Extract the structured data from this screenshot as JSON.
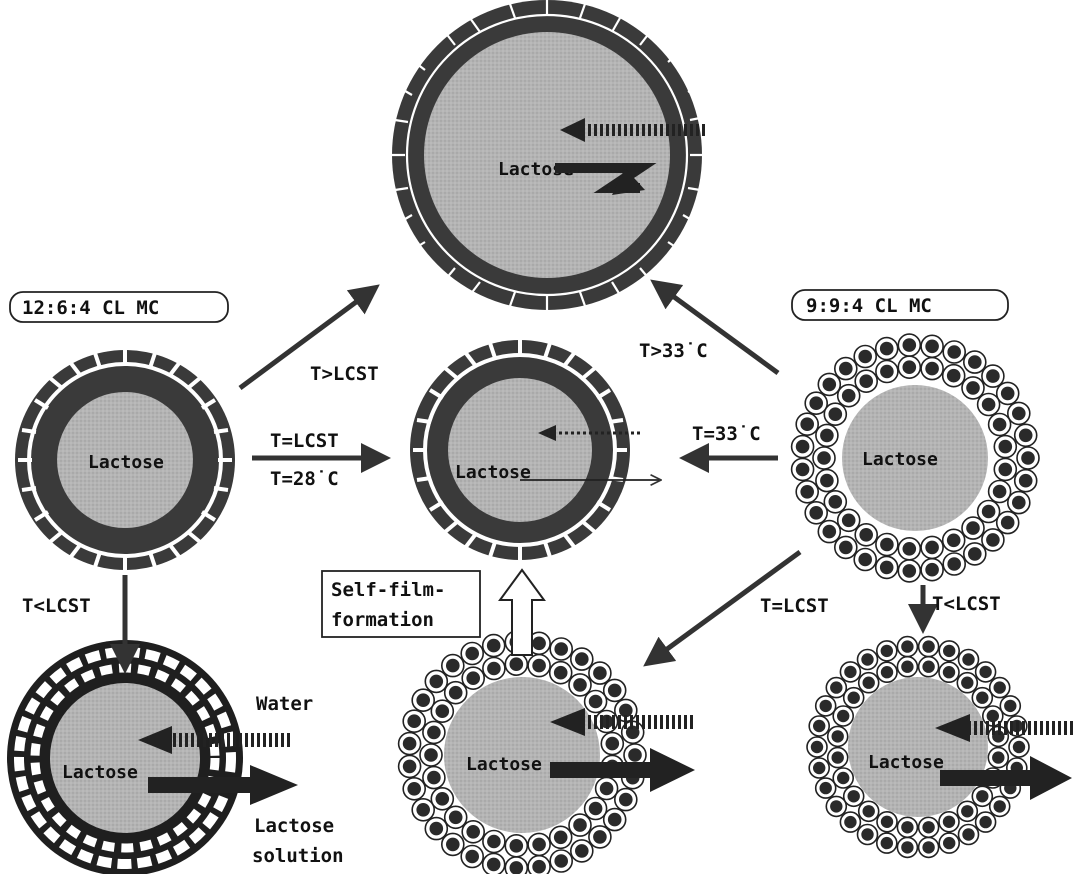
{
  "capsule_labels": {
    "left_top": "12:6:4 CL MC",
    "right_top": "9:9:4 CL MC"
  },
  "core_label": "Lactose",
  "conditions": {
    "t_gt_lcst": "T>LCST",
    "t_gt_33": "T>33˙C",
    "t_eq_lcst_left": "T=LCST",
    "t_eq_28": "T=28˙C",
    "t_eq_33": "T=33˙C",
    "t_lt_lcst_left": "T<LCST",
    "t_eq_lcst_right": "T=LCST",
    "t_lt_lcst_right": "T<LCST"
  },
  "self_film_box": [
    "Self-film-",
    "formation"
  ],
  "water_label": "Water",
  "solution_label": [
    "Lactose",
    "solution"
  ],
  "colors": {
    "core": "#b4b4b4",
    "shell": "#3a3a3a",
    "arrow": "#333333",
    "cell_border": "#ffffff"
  }
}
